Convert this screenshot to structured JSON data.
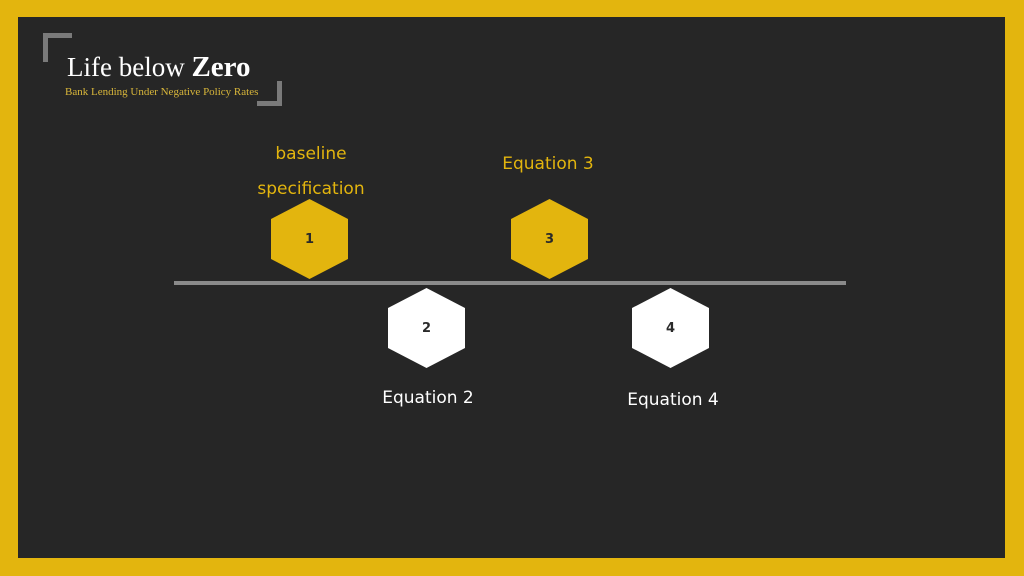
{
  "logo": {
    "title_prefix": "Life below ",
    "title_bold": "Zero",
    "subtitle": "Bank Lending Under Negative Policy Rates"
  },
  "colors": {
    "accent": "#E3B50E",
    "background": "#262626",
    "timeline": "#8a8a8a",
    "white": "#ffffff"
  },
  "steps": [
    {
      "number": "1",
      "label_line1": "baseline",
      "label_line2": "specification",
      "position": "above",
      "color": "gold"
    },
    {
      "number": "2",
      "label": "Equation 2",
      "position": "below",
      "color": "white"
    },
    {
      "number": "3",
      "label": "Equation 3",
      "position": "above",
      "color": "gold"
    },
    {
      "number": "4",
      "label": "Equation 4",
      "position": "below",
      "color": "white"
    }
  ]
}
